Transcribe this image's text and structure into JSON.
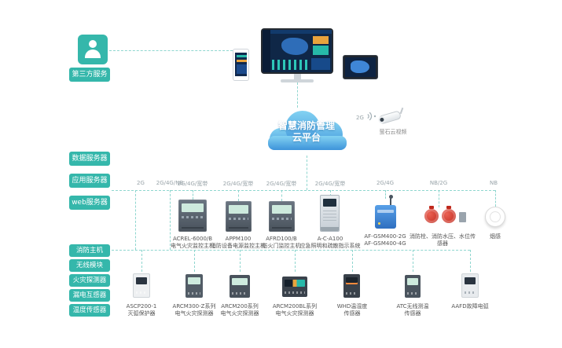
{
  "cloud": {
    "title_line1": "智慧消防管理",
    "title_line2": "云平台"
  },
  "sidebar": {
    "third_party": {
      "label": "第三方服务"
    },
    "servers": [
      {
        "label": "数据服务器"
      },
      {
        "label": "应用服务器"
      },
      {
        "label": "web服务器"
      }
    ],
    "field_layers": [
      {
        "label": "消防主机"
      },
      {
        "label": "无线模块"
      },
      {
        "label": "火灾探测器"
      },
      {
        "label": "漏电互感器"
      },
      {
        "label": "温度传感器"
      }
    ]
  },
  "video_service": {
    "network": "2G",
    "label": "萤石云视频"
  },
  "bus_networks": {
    "left": "2G",
    "gateway": "2G/4G/NB"
  },
  "middle_devices": [
    {
      "network": "2G/4G/宽带",
      "name": "ACREL-6000/B",
      "desc": "电气火灾监控主机"
    },
    {
      "network": "2G/4G/宽带",
      "name": "APPM100",
      "desc": "消防设备电源监控主机"
    },
    {
      "network": "2G/4G/宽带",
      "name": "AFRD100/B",
      "desc": "防火门监控主机"
    },
    {
      "network": "2G/4G/宽带",
      "name": "A-C-A100",
      "desc": "应急照明和疏散指示系统"
    },
    {
      "network": "2G/4G",
      "name": "AF-GSM400-2G",
      "desc": "AF-GSM400-4G"
    },
    {
      "network": "NB/2G",
      "name": "消防栓、消防水压、水位传感器",
      "desc": ""
    },
    {
      "network": "NB",
      "name": "烟感",
      "desc": ""
    }
  ],
  "bottom_devices": [
    {
      "name": "ASCP200-1",
      "desc": "灭弧保护器"
    },
    {
      "name": "ARCM300-Z系列",
      "desc": "电气火灾探测器"
    },
    {
      "name": "ARCM200系列",
      "desc": "电气火灾探测器"
    },
    {
      "name": "ARCM200BL系列",
      "desc": "电气火灾探测器"
    },
    {
      "name": "WHD温湿度",
      "desc": "传感器"
    },
    {
      "name": "ATC无线测温",
      "desc": "传感器"
    },
    {
      "name": "AAFD故障电弧",
      "desc": ""
    }
  ],
  "colors": {
    "accent_teal": "#35b7ab",
    "cloud_blue": "#3f9ade",
    "line_teal": "#8fd6cf",
    "alarm_red": "#bf281c"
  }
}
